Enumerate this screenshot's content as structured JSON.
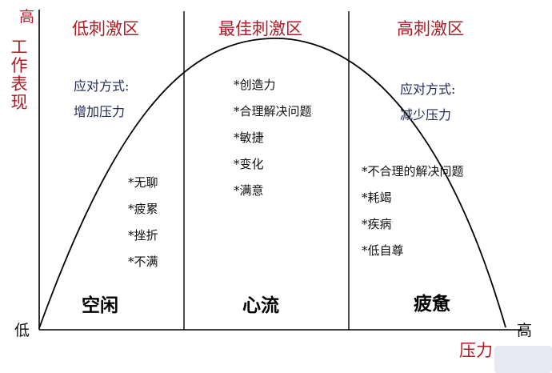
{
  "axes": {
    "y_label": "工作表现",
    "y_high": "高",
    "origin_low": "低",
    "x_high": "高",
    "x_label": "压力"
  },
  "zones": [
    {
      "title": "低刺激区",
      "strategy_heading": "应对方式:",
      "strategy_action": "增加压力",
      "symptoms": [
        "*无聊",
        "*疲累",
        "*挫折",
        "*不满"
      ],
      "state": "空闲"
    },
    {
      "title": "最佳刺激区",
      "benefits": [
        "*创造力",
        "*合理解决问题",
        "*敏捷",
        "*变化",
        "*满意"
      ],
      "state": "心流"
    },
    {
      "title": "高刺激区",
      "strategy_heading": "应对方式:",
      "strategy_action": "减少压力",
      "symptoms": [
        "*不合理的解决问题",
        "*耗竭",
        "*疾病",
        "*低自尊"
      ],
      "state": "疲惫"
    }
  ],
  "colors": {
    "zone_title": "#b11a25",
    "strategy_text": "#222a55",
    "line": "#000000"
  }
}
